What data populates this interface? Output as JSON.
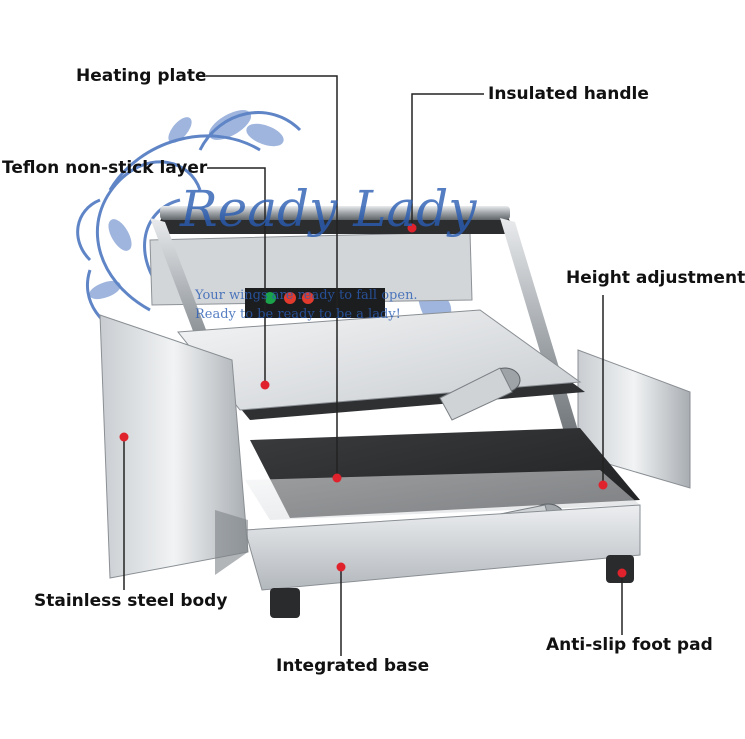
{
  "labels": {
    "heating_plate": "Heating plate",
    "teflon_layer": "Teflon non-stick layer",
    "insulated_handle": "Insulated handle",
    "height_adjustment": "Height adjustment",
    "stainless_body": "Stainless steel body",
    "integrated_base": "Integrated base",
    "anti_slip_pad": "Anti-slip foot pad"
  },
  "watermark": {
    "brand": "Ready Lady",
    "line1": "Your wings are ready to fall open.",
    "line2": "Ready to be ready to be a lady!"
  },
  "colors": {
    "leader": "#222222",
    "marker": "#e0222c",
    "watermark": "#2a5db4",
    "steel_light": "#e6e8ea",
    "steel_mid": "#b9bdc1",
    "steel_dark": "#7e8388",
    "plate_dark": "#2f3133"
  }
}
